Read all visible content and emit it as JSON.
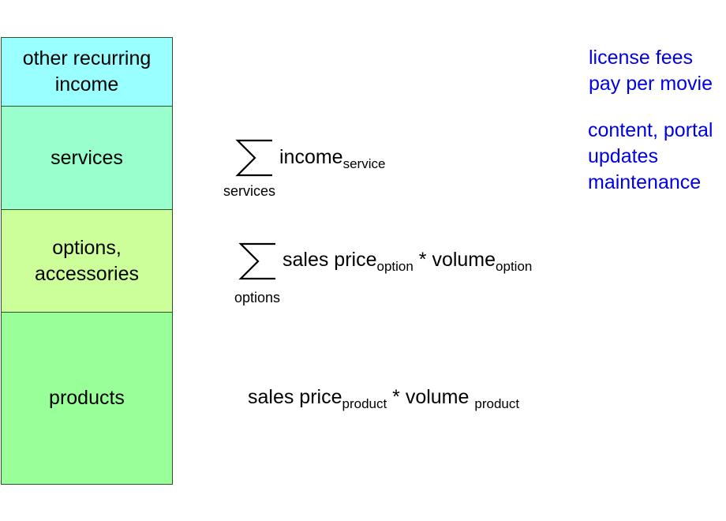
{
  "blocks": {
    "other_recurring": {
      "line1": "other recurring",
      "line2": "income",
      "color": "#99ffff"
    },
    "services": {
      "label": "services",
      "color": "#99ffcc"
    },
    "options": {
      "line1": "options,",
      "line2": "accessories",
      "color": "#ccff99"
    },
    "products": {
      "label": "products",
      "color": "#99ff99"
    }
  },
  "formulas": {
    "services": {
      "main": "income",
      "sub": "service",
      "sum_label": "services"
    },
    "options": {
      "price": "sales price",
      "price_sub": "option",
      "times": " * volume",
      "volume_sub": "option",
      "sum_label": "options"
    },
    "products": {
      "price": "sales price",
      "price_sub": "product",
      "times": " * volume ",
      "volume_sub": "product"
    }
  },
  "notes": {
    "recurring": [
      "license fees",
      "pay per movie"
    ],
    "services": [
      "content, portal",
      "updates",
      "maintenance"
    ],
    "color": "#0000e6"
  }
}
